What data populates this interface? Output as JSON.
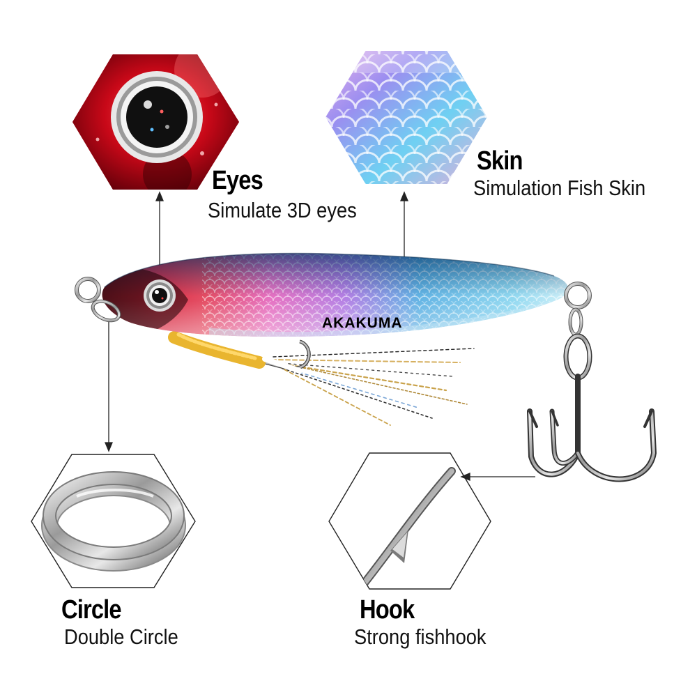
{
  "brand": {
    "name": "AKAKUMA",
    "color": "#000000"
  },
  "colors": {
    "head_red": "#c8102e",
    "body_blue": "#2aa6d8",
    "body_pink": "#e05ab5"
  },
  "features": {
    "eyes": {
      "title": "Eyes",
      "description": "Simulate 3D eyes",
      "icon": "eye-icon"
    },
    "skin": {
      "title": "Skin",
      "description": "Simulation Fish Skin",
      "icon": "fish-scale-icon"
    },
    "circle": {
      "title": "Circle",
      "description": "Double Circle",
      "icon": "split-ring-icon"
    },
    "hook": {
      "title": "Hook",
      "description": "Strong fishhook",
      "icon": "hook-icon"
    }
  }
}
